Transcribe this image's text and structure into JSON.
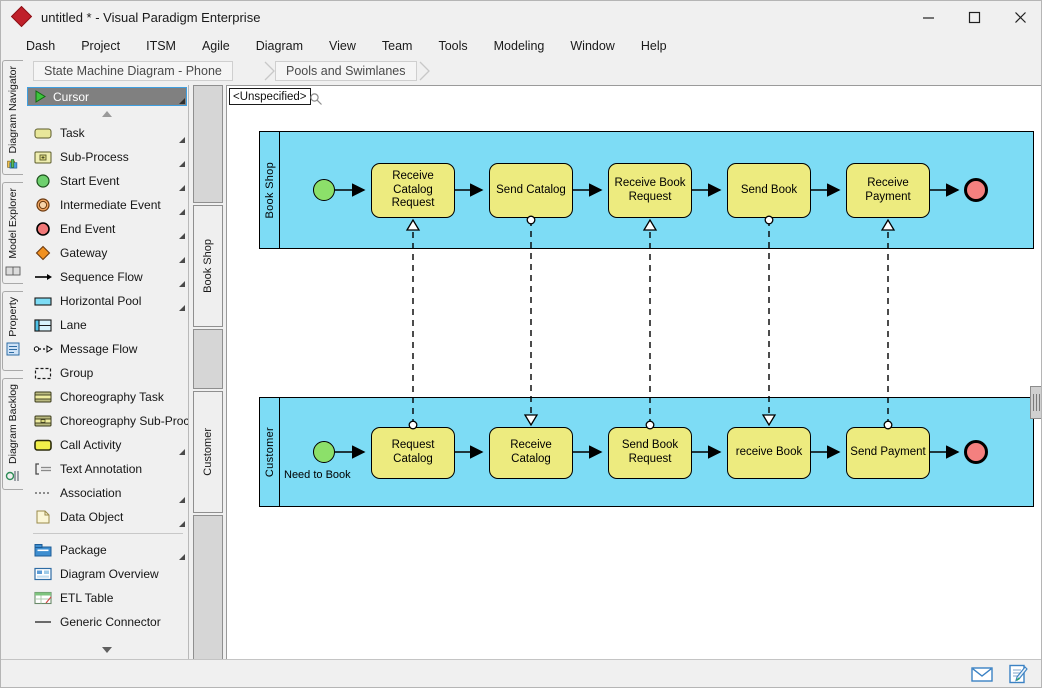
{
  "window": {
    "title": "untitled * - Visual Paradigm Enterprise",
    "app_icon": "visual-paradigm-diamond-icon",
    "minimize_label": "—",
    "maximize_label": "☐",
    "close_label": "✕"
  },
  "menu": {
    "items": [
      {
        "label": "Dash"
      },
      {
        "label": "Project"
      },
      {
        "label": "ITSM"
      },
      {
        "label": "Agile"
      },
      {
        "label": "Diagram"
      },
      {
        "label": "View"
      },
      {
        "label": "Team"
      },
      {
        "label": "Tools"
      },
      {
        "label": "Modeling"
      },
      {
        "label": "Window"
      },
      {
        "label": "Help"
      }
    ]
  },
  "dock_tabs": [
    {
      "label": "Diagram Navigator",
      "icon": "diagram-navigator-icon"
    },
    {
      "label": "Model Explorer",
      "icon": "model-explorer-icon"
    },
    {
      "label": "Property",
      "icon": "property-icon"
    },
    {
      "label": "Diagram Backlog",
      "icon": "diagram-backlog-icon"
    }
  ],
  "breadcrumb": {
    "items": [
      {
        "label": "State Machine Diagram - Phone"
      },
      {
        "label": "Pools and Swimlanes"
      }
    ]
  },
  "toolbar_right": [
    {
      "icon": "robot-assistant-icon",
      "active": false
    },
    {
      "icon": "megaphone-announcement-icon",
      "active": true
    },
    {
      "icon": "fit-to-selection-icon",
      "active": false
    },
    {
      "icon": "panel-layout-icon",
      "active": false
    }
  ],
  "palette": {
    "cursor": {
      "label": "Cursor",
      "icon": "cursor-pointer-icon",
      "selected": true
    },
    "scroll_up_icon": "triangle-up-icon",
    "scroll_down_icon": "triangle-down-icon",
    "items": [
      {
        "label": "Task",
        "icon": "bpmn-task-icon",
        "expandable": true
      },
      {
        "label": "Sub-Process",
        "icon": "bpmn-subprocess-icon",
        "expandable": true
      },
      {
        "label": "Start Event",
        "icon": "bpmn-start-event-icon",
        "expandable": true
      },
      {
        "label": "Intermediate Event",
        "icon": "bpmn-intermediate-event-icon",
        "expandable": true
      },
      {
        "label": "End Event",
        "icon": "bpmn-end-event-icon",
        "expandable": true
      },
      {
        "label": "Gateway",
        "icon": "bpmn-gateway-icon",
        "expandable": true
      },
      {
        "label": "Sequence Flow",
        "icon": "sequence-flow-icon",
        "expandable": true
      },
      {
        "label": "Horizontal Pool",
        "icon": "horizontal-pool-icon",
        "expandable": true
      },
      {
        "label": "Lane",
        "icon": "lane-icon",
        "expandable": false
      },
      {
        "label": "Message Flow",
        "icon": "message-flow-icon",
        "expandable": false
      },
      {
        "label": "Group",
        "icon": "group-icon",
        "expandable": false
      },
      {
        "label": "Choreography Task",
        "icon": "choreography-task-icon",
        "expandable": false
      },
      {
        "label": "Choreography Sub-Process",
        "icon": "choreography-subprocess-icon",
        "expandable": false
      },
      {
        "label": "Call Activity",
        "icon": "call-activity-icon",
        "expandable": true
      },
      {
        "label": "Text Annotation",
        "icon": "text-annotation-icon",
        "expandable": false
      },
      {
        "label": "Association",
        "icon": "association-icon",
        "expandable": true
      },
      {
        "label": "Data Object",
        "icon": "data-object-icon",
        "expandable": true
      },
      {
        "separator": true
      },
      {
        "label": "Package",
        "icon": "package-icon",
        "expandable": true
      },
      {
        "label": "Diagram Overview",
        "icon": "diagram-overview-icon",
        "expandable": false
      },
      {
        "label": "ETL Table",
        "icon": "etl-table-icon",
        "expandable": false
      },
      {
        "label": "Generic Connector",
        "icon": "generic-connector-icon",
        "expandable": false
      }
    ]
  },
  "pool_tabs": [
    {
      "label": "Book Shop"
    },
    {
      "label": "Customer"
    }
  ],
  "canvas": {
    "unspecified_field": "<Unspecified>",
    "search_icon": "magnifier-icon",
    "scrollbar_icon": "vertical-scrollbar-thumb"
  },
  "diagram": {
    "type": "bpmn-collaboration",
    "pools": [
      {
        "name": "Book Shop",
        "start_event": {
          "label": ""
        },
        "end_event": {
          "label": ""
        },
        "tasks": [
          {
            "label": "Receive Catalog Request"
          },
          {
            "label": "Send Catalog"
          },
          {
            "label": "Receive Book Request"
          },
          {
            "label": "Send Book"
          },
          {
            "label": "Receive Payment"
          }
        ]
      },
      {
        "name": "Customer",
        "start_event": {
          "label": "Need to Book"
        },
        "end_event": {
          "label": ""
        },
        "tasks": [
          {
            "label": "Request Catalog"
          },
          {
            "label": "Receive Catalog"
          },
          {
            "label": "Send Book Request"
          },
          {
            "label": "receive Book"
          },
          {
            "label": "Send Payment"
          }
        ]
      }
    ],
    "message_flows": [
      {
        "from": "Request Catalog",
        "to": "Receive Catalog Request"
      },
      {
        "from": "Send Catalog",
        "to": "Receive Catalog"
      },
      {
        "from": "Send Book Request",
        "to": "Receive Book Request"
      },
      {
        "from": "Send Book",
        "to": "receive Book"
      },
      {
        "from": "Send Payment",
        "to": "Receive Payment"
      }
    ],
    "colors": {
      "pool_fill": "#7ddcf5",
      "task_fill": "#edeb7f",
      "start_event_fill": "#8ce06a",
      "end_event_fill": "#f4807f",
      "stroke": "#000000"
    }
  },
  "statusbar": {
    "icons": [
      {
        "icon": "mail-envelope-icon"
      },
      {
        "icon": "note-edit-icon"
      }
    ]
  }
}
